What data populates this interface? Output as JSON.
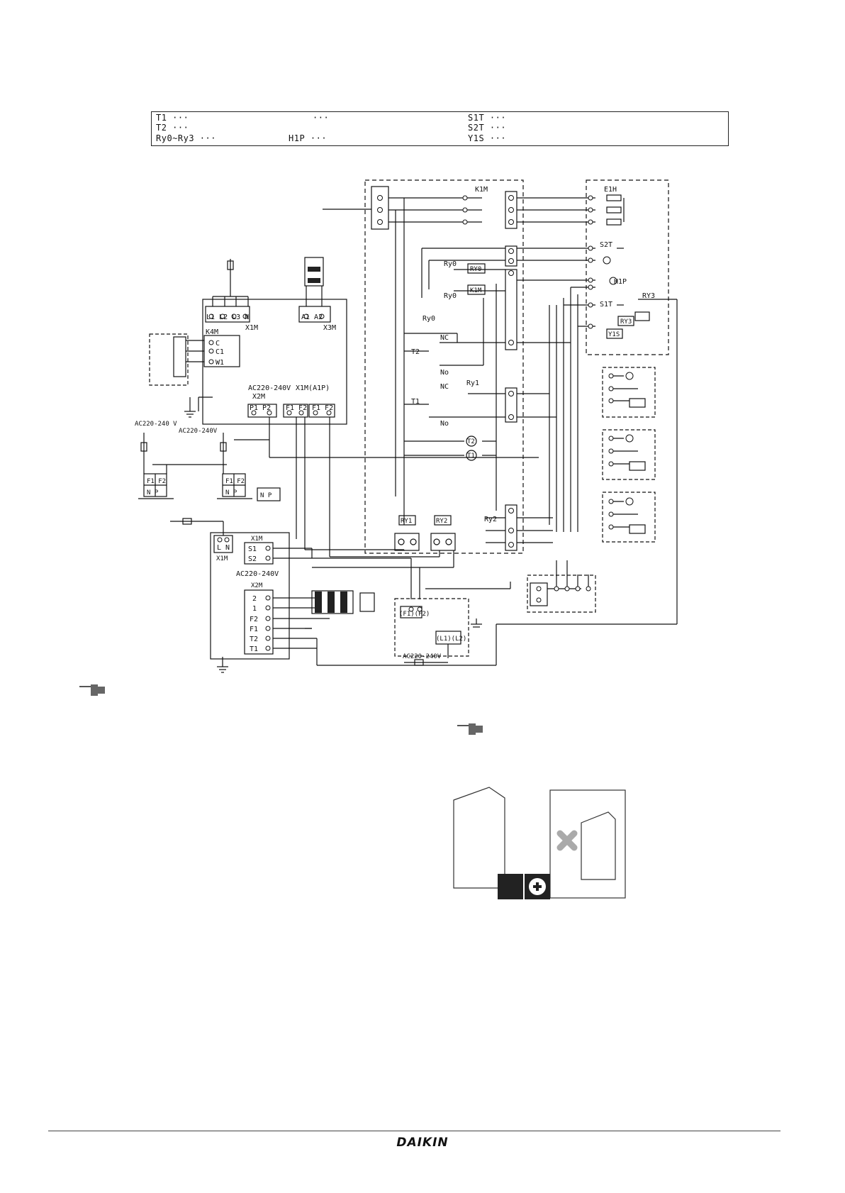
{
  "legend": {
    "t1": "T1 ···",
    "t2": "T2 ···",
    "ry": "Ry0~Ry3 ···",
    "dots": "···",
    "h1p": "H1P ···",
    "s1t": "S1T ···",
    "s2t": "S2T ···",
    "y1s": "Y1S ···"
  },
  "labels": {
    "k1m": "K1M",
    "e1h": "E1H",
    "s2t": "S2T",
    "ry0a": "Ry0",
    "ry0b": "Ry0",
    "ry0box": "RY0",
    "k1mbox": "K1M",
    "h1p": "H1P",
    "s1t": "S1T",
    "ry3": "RY3",
    "ry3box": "RY3",
    "y1s": "Y1S",
    "x1m_terms": "L1 L2 L3 N",
    "x1m": "X1M",
    "x3m_terms": "A1 A2",
    "x3m": "X3M",
    "k4m": "K4M",
    "c": "C",
    "c1": "C1",
    "w1": "W1",
    "ry0c": "Ry0",
    "nc": "NC",
    "no": "No",
    "t2": "T2",
    "t1": "T1",
    "ry1": "Ry1",
    "ry2": "Ry2",
    "ac_a": "AC220-240V",
    "x2m": "X2M",
    "x1m_a1p": "X1M(A1P)",
    "p1p2": "P1 P2",
    "f1f2": "F1 F2",
    "ac_b": "AC220-240 V",
    "ac_c": "AC220-240V",
    "np": "N P",
    "ln": "L N",
    "x1m_b": "X1M",
    "s1": "S1",
    "s2": "S2",
    "ac_d": "AC220-240V",
    "x2m_b": "X2M",
    "t2_term": "2",
    "t1_term": "1",
    "f2": "F2",
    "f1": "F1",
    "tt2": "T2",
    "tt1": "T1",
    "ry1box": "RY1",
    "ry2box": "RY2",
    "t2circle": "T2",
    "t1circle": "T1",
    "f1f2b": "(F1)(F2)",
    "l1l2": "(L1)(L2)",
    "ac_e": "AC220-240V"
  },
  "brand": "DAIKIN"
}
